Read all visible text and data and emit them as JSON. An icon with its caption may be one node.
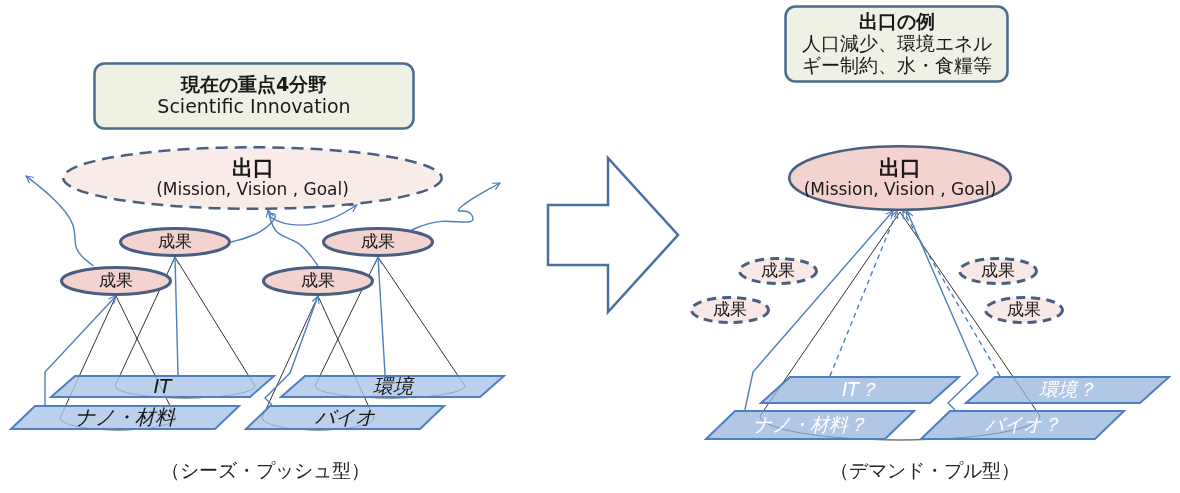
{
  "diagram": {
    "nodes": [
      {
        "text": [
          "現在の重点4分野",
          "Scientific Innovation"
        ]
      },
      {
        "text": [
          "出口",
          "(Mission, Vision , Goal)"
        ]
      },
      {
        "text": [
          "成果"
        ]
      },
      {
        "text": [
          "成果"
        ]
      },
      {
        "text": [
          "成果"
        ]
      },
      {
        "text": [
          "成果"
        ]
      },
      {
        "text": [
          "IT"
        ]
      },
      {
        "text": [
          "環境"
        ]
      },
      {
        "text": [
          "ナノ・材料"
        ]
      },
      {
        "text": [
          "バイオ"
        ]
      },
      {
        "text": [
          "出口の例",
          "人口減少、環境エネルギー制約、水・食糧等"
        ]
      },
      {
        "text": [
          "出口",
          "(Mission, Vision , Goal)"
        ]
      },
      {
        "text": [
          "成果"
        ]
      },
      {
        "text": [
          "成果"
        ]
      },
      {
        "text": [
          "成果"
        ]
      },
      {
        "text": [
          "成果"
        ]
      },
      {
        "text": [
          "IT？"
        ]
      },
      {
        "text": [
          "環境？"
        ]
      },
      {
        "text": [
          "ナノ・材料？"
        ]
      },
      {
        "text": [
          "バイオ？"
        ]
      }
    ],
    "edges": [
      {
        "from": 8,
        "to": 4,
        "arrow": "to"
      },
      {
        "from": 6,
        "to": 2,
        "arrow": "to"
      },
      {
        "from": 9,
        "to": 5,
        "arrow": "to"
      },
      {
        "from": 7,
        "to": 3,
        "arrow": "to"
      },
      {
        "from": 4,
        "to": null,
        "arrow": "to"
      },
      {
        "from": 2,
        "to": 1,
        "arrow": "to"
      },
      {
        "from": 5,
        "to": 1,
        "arrow": "to"
      },
      {
        "from": 3,
        "to": null,
        "arrow": "to"
      },
      {
        "from": 18,
        "to": 11,
        "arrow": "to"
      },
      {
        "from": 16,
        "to": 11,
        "arrow": "to",
        "style": "dashed"
      },
      {
        "from": 17,
        "to": 11,
        "arrow": "to",
        "style": "dashed"
      },
      {
        "from": 19,
        "to": 11,
        "arrow": "to"
      }
    ],
    "labels": [
      "（シーズ・プッシュ型）",
      "（デマンド・プル型）"
    ]
  }
}
